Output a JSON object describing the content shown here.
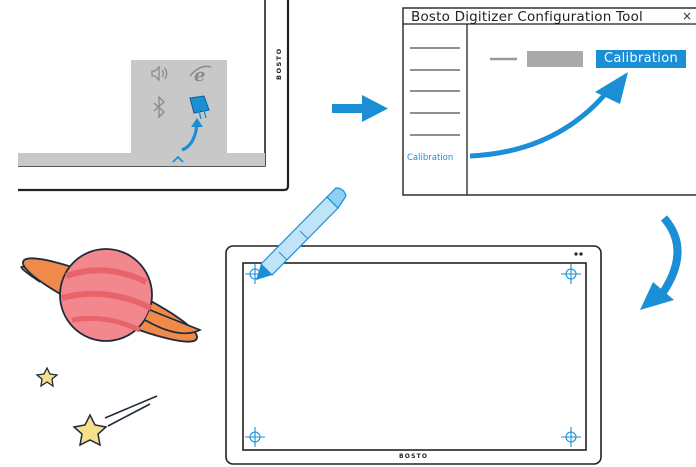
{
  "window": {
    "title": "Bosto Digitizer Configuration Tool",
    "close_glyph": "×",
    "sidebar_active_label": "Calibration",
    "calibration_button": "Calibration"
  },
  "monitor": {
    "brand": "BOSTO"
  },
  "tablet": {
    "brand": "BOSTO"
  },
  "tray_icons": [
    "speaker-icon",
    "ie-icon",
    "bluetooth-icon",
    "digitizer-tray-icon",
    "chevron-up-icon"
  ],
  "colors": {
    "accent_blue": "#1a8fd6",
    "tray_gray": "#c8c8c8",
    "planet_pink": "#f2888d",
    "planet_ring": "#f08a4b",
    "star_yellow": "#f7e08a"
  }
}
